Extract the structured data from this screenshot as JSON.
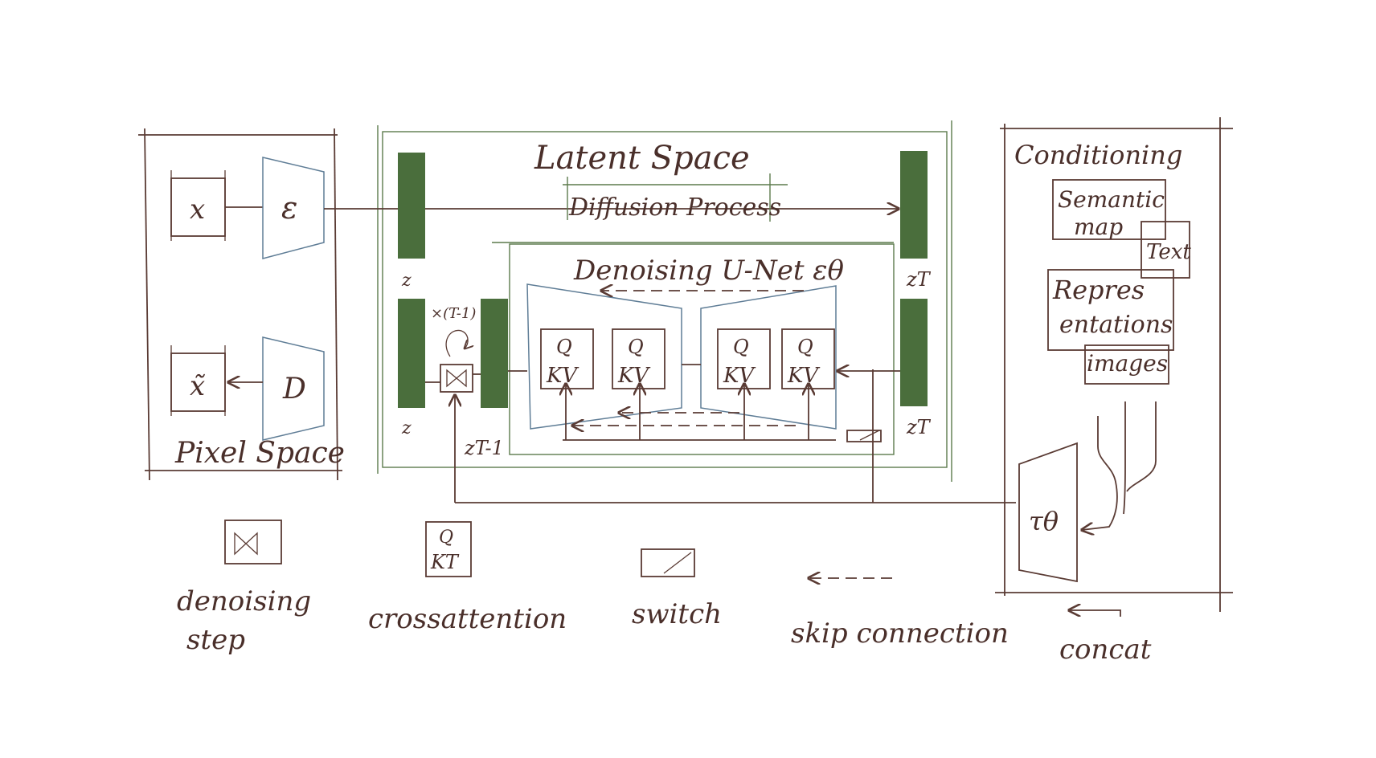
{
  "labels": {
    "x_input": "x",
    "encoder": "ε",
    "x_output": "x̃",
    "decoder": "D",
    "pixel_space": "Pixel Space",
    "latent_space": "Latent Space",
    "diffusion_process": "Diffusion Process",
    "denoising_unet": "Denoising U-Net εθ",
    "z_top": "z",
    "z_bottom": "z",
    "zT_top": "zT",
    "zT_bottom": "zT",
    "zT_minus_1": "zT-1",
    "repeat": "×(T-1)",
    "conditioning": "Conditioning",
    "semantic_map": "Semantic map",
    "semantic_line1": "Semantic",
    "semantic_line2": "map",
    "text": "Text",
    "representations_line1": "Repres",
    "representations_line2": "entations",
    "images": "images",
    "tau": "τθ",
    "qkv_q": "Q",
    "qkv_kv": "KV"
  },
  "legend": {
    "denoising_line1": "denoising",
    "denoising_line2": "step",
    "crossattention": "crossattention",
    "crossattention_q": "Q",
    "crossattention_kt": "KT",
    "switch": "switch",
    "skip_connection": "skip connection",
    "concat": "concat"
  },
  "colors": {
    "ink": "#5a3b34",
    "latent_green": "#4a6e3c",
    "box_green": "#5c7a4c",
    "unet_blue": "#5f7d96"
  }
}
